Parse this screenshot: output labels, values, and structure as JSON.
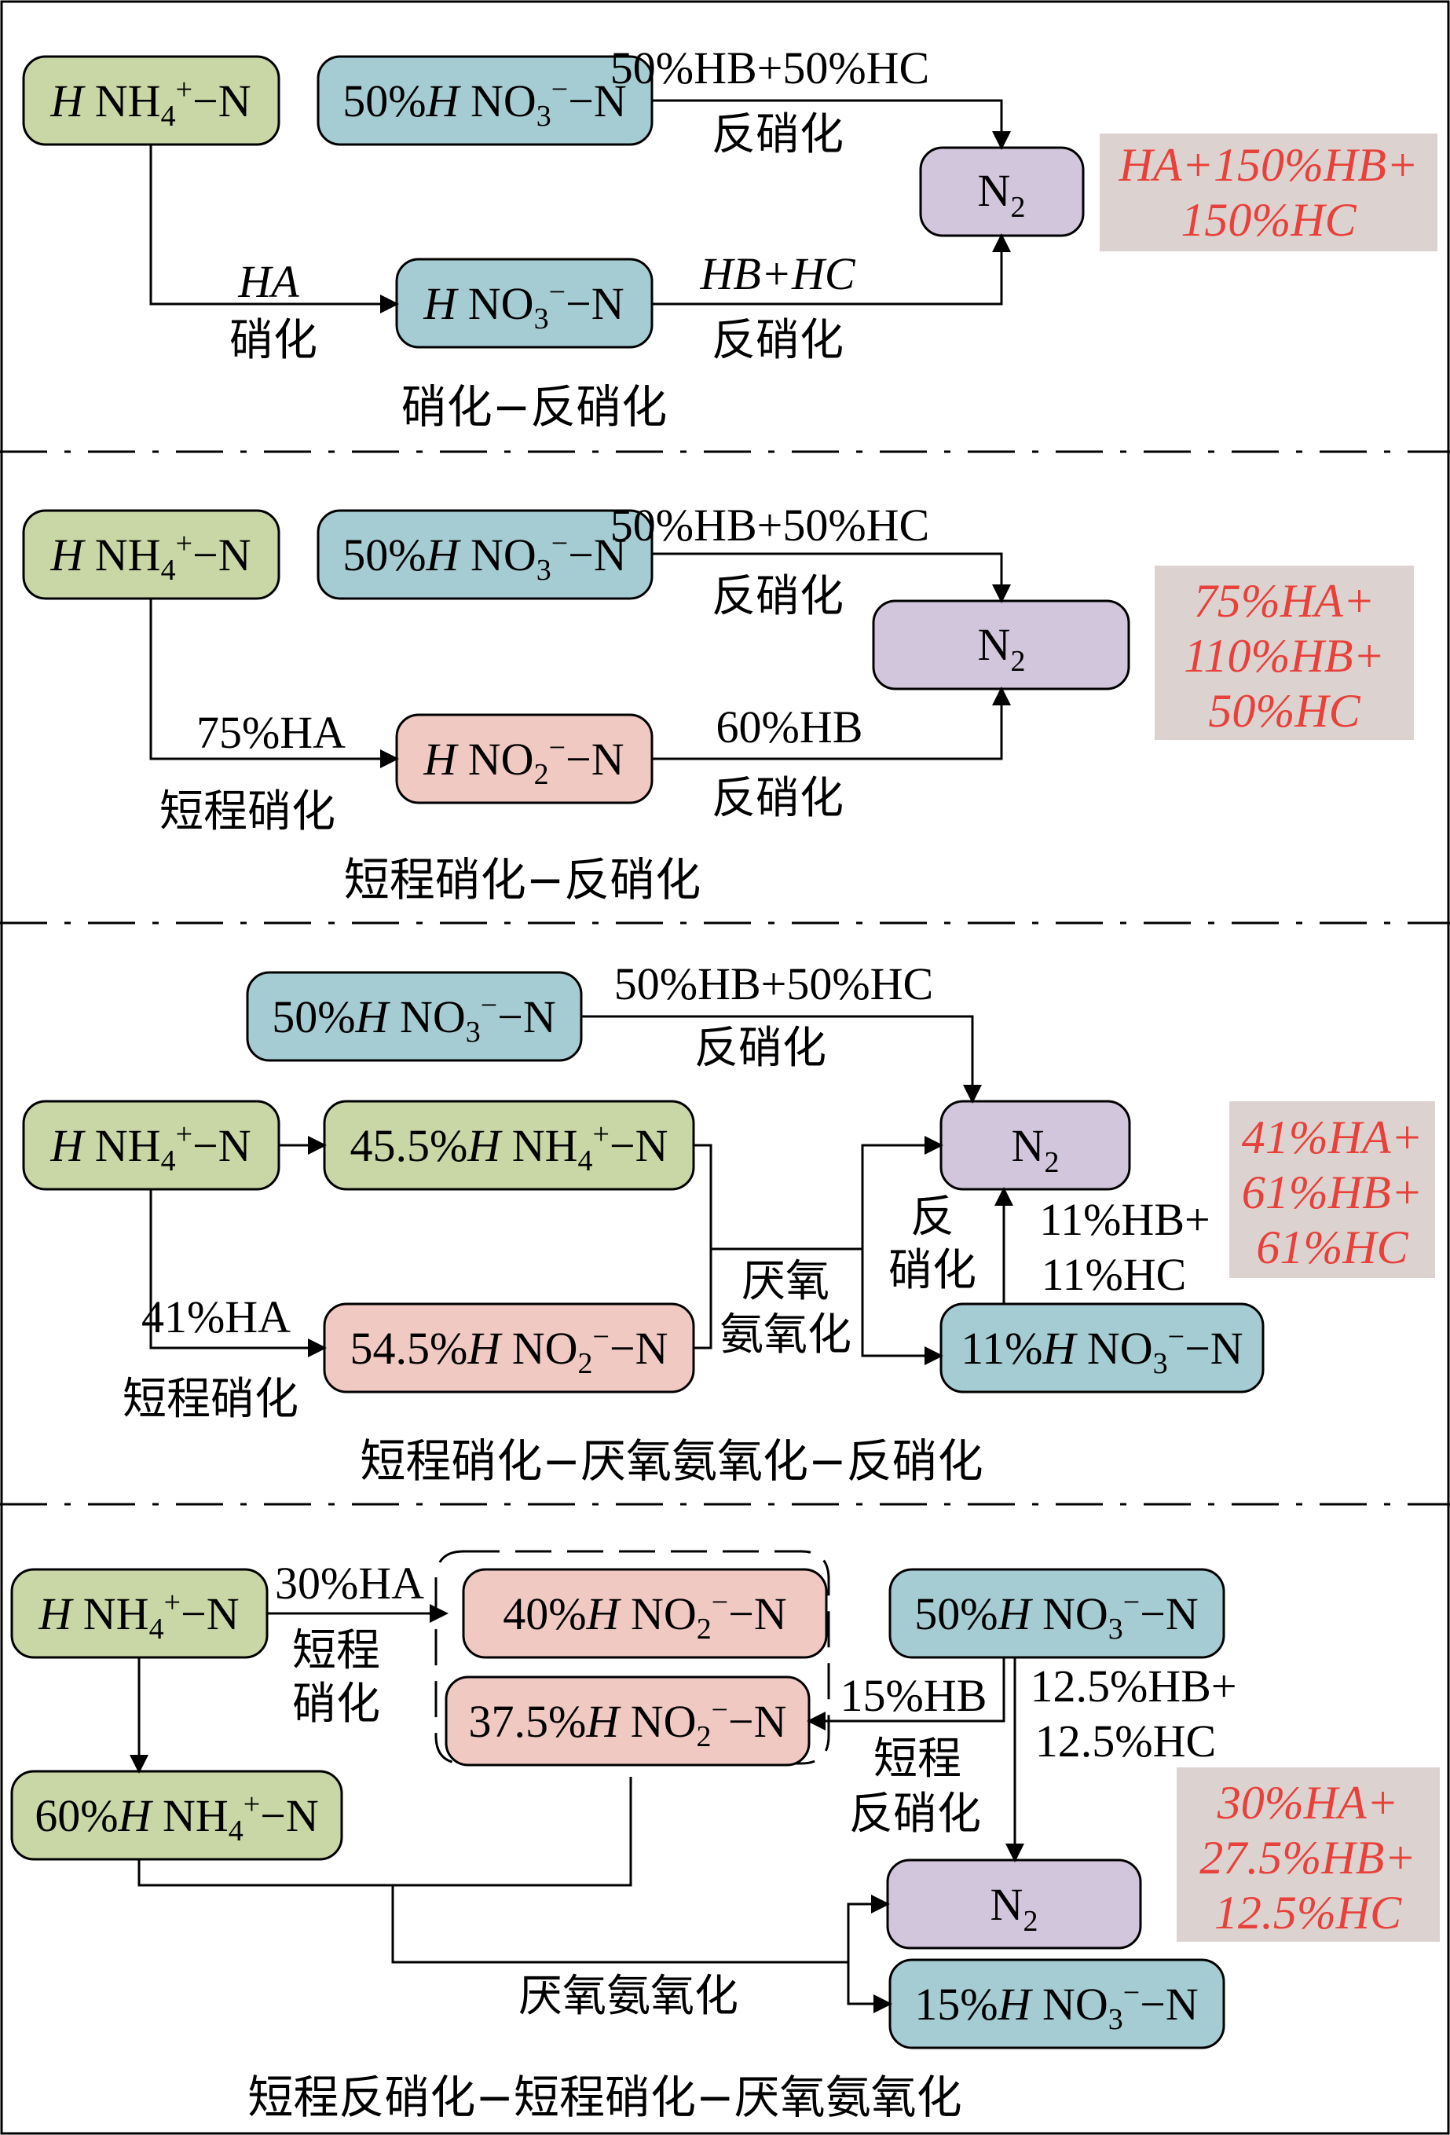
{
  "colors": {
    "ammonium_fill": "#c9d6a5",
    "nitrate_fill": "#a6ccd3",
    "nitrite_fill": "#f0c9c3",
    "n2_fill": "#d2c6dd",
    "note_fill": "#dcd3d0",
    "note_text": "#e8403a"
  },
  "panel1": {
    "caption": "硝化−反硝化",
    "nh4_box": "H NH4+−N",
    "no3_half_box": "50%H NO3−−N",
    "no3_box": "H NO3−−N",
    "n2_box": "N2",
    "top_rate": "50%HB+50%HC",
    "top_process": "反硝化",
    "nitrif_rate": "HA",
    "nitrif_process": "硝化",
    "denit_rate": "HB+HC",
    "denit_process": "反硝化",
    "note": [
      "HA+150%HB+",
      "150%HC"
    ]
  },
  "panel2": {
    "caption": "短程硝化−反硝化",
    "nh4_box": "H NH4+−N",
    "no3_half_box": "50%H NO3−−N",
    "no2_box": "H NO2−−N",
    "n2_box": "N2",
    "top_rate": "50%HB+50%HC",
    "top_process": "反硝化",
    "nitrif_rate": "75%HA",
    "nitrif_process": "短程硝化",
    "denit_rate": "60%HB",
    "denit_process": "反硝化",
    "note": [
      "75%HA+",
      "110%HB+",
      "50%HC"
    ]
  },
  "panel3": {
    "caption": "短程硝化−厌氧氨氧化−反硝化",
    "no3_half_box": "50%H NO3−−N",
    "nh4_box": "H NH4+−N",
    "nh4_part_box": "45.5%H NH4+−N",
    "no2_part_box": "54.5%H NO2−−N",
    "n2_box": "N2",
    "no3_part_box": "11%H NO3−−N",
    "top_rate": "50%HB+50%HC",
    "top_process": "反硝化",
    "nitrif_rate": "41%HA",
    "nitrif_process": "短程硝化",
    "anammox_process": [
      "厌氧",
      "氨氧化"
    ],
    "denit_process": [
      "反",
      "硝化"
    ],
    "denit_rate": [
      "11%HB+",
      "11%HC"
    ],
    "note": [
      "41%HA+",
      "61%HB+",
      "61%HC"
    ]
  },
  "panel4": {
    "caption": "短程反硝化−短程硝化−厌氧氨氧化",
    "nh4_box": "H NH4+−N",
    "no2_a_box": "40%H NO2−−N",
    "no2_b_box": "37.5%H NO2−−N",
    "no3_half_box": "50%H NO3−−N",
    "nh4_part_box": "60%H NH4+−N",
    "n2_box": "N2",
    "no3_part_box": "15%H NO3−−N",
    "nitrif_rate": "30%HA",
    "nitrif_process": [
      "短程",
      "硝化"
    ],
    "pdn_rate": "15%HB",
    "pdn_process": [
      "短程",
      "反硝化"
    ],
    "denit_rate": [
      "12.5%HB+",
      "12.5%HC"
    ],
    "anammox_process": "厌氧氨氧化",
    "note": [
      "30%HA+",
      "27.5%HB+",
      "12.5%HC"
    ]
  }
}
